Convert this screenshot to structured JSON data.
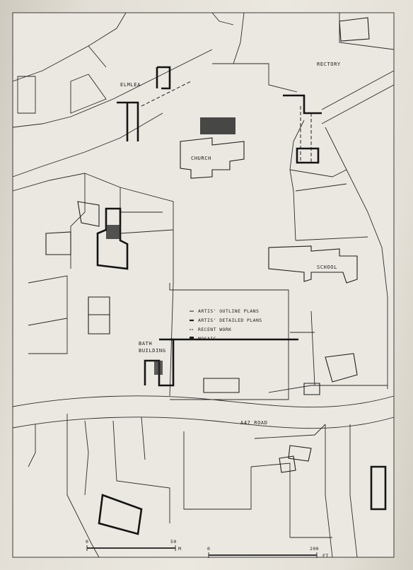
{
  "labels": {
    "elmlea": "ELMLEA",
    "rectory": "RECTORY",
    "church": "CHURCH",
    "school": "SCHOOL",
    "bath_line1": "BATH",
    "bath_line2": "BUILDING",
    "road": "A47 ROAD"
  },
  "legend": {
    "outline": "ARTIS' OUTLINE PLANS",
    "detailed": "ARTIS' DETAILED PLANS",
    "recent": "RECENT WORK",
    "mosaic": "MOSAIC"
  },
  "scale_m": {
    "zero": "0",
    "max": "50",
    "unit": "M"
  },
  "scale_ft": {
    "zero": "0",
    "max": "200",
    "unit": "FT"
  },
  "colors": {
    "ink": "#1e1e1e",
    "paper": "#e8e5dd"
  }
}
